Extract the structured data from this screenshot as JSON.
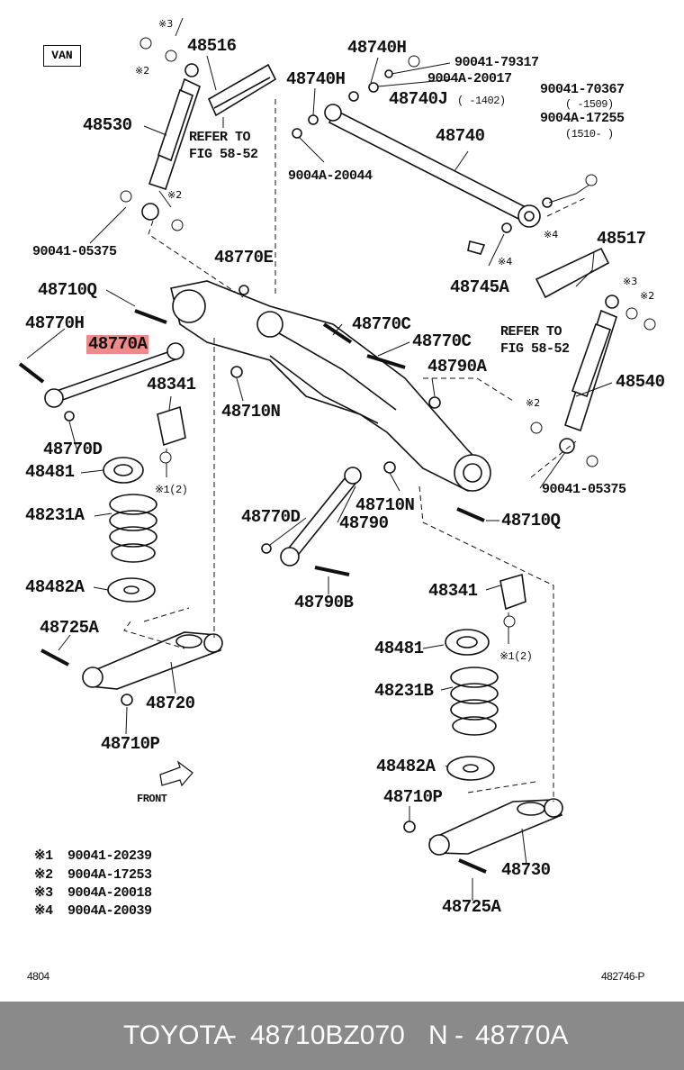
{
  "badge": "VAN",
  "labels": {
    "p48516": "48516",
    "p48530": "48530",
    "refer1a": "REFER TO",
    "refer1b": "FIG 58-52",
    "p90041_05375_l": "90041-05375",
    "p48740H_a": "48740H",
    "p48740H_b": "48740H",
    "p90041_79317": "90041-79317",
    "p9004A_20017": "9004A-20017",
    "p48740J": "48740J",
    "p48740J_range": "(    -1402)",
    "p90041_70367": "90041-70367",
    "r1509": "(    -1509)",
    "p9004A_17255": "9004A-17255",
    "r1510": "(1510-    )",
    "p48740": "48740",
    "p9004A_20044": "9004A-20044",
    "p48770E": "48770E",
    "p48745A": "48745A",
    "p48517": "48517",
    "refer2a": "REFER TO",
    "refer2b": "FIG 58-52",
    "p48710Q_a": "48710Q",
    "p48770H": "48770H",
    "p48770A": "48770A",
    "p48770C_a": "48770C",
    "p48770C_b": "48770C",
    "p48790A": "48790A",
    "p48540": "48540",
    "p48341_a": "48341",
    "p48710N_a": "48710N",
    "p48770D_a": "48770D",
    "p48481_a": "48481",
    "note1_a": "※1(2)",
    "p90041_05375_r": "90041-05375",
    "p48231A": "48231A",
    "p48710N_b": "48710N",
    "p48770D_b": "48770D",
    "p48790": "48790",
    "p48710Q_b": "48710Q",
    "p48482A_a": "48482A",
    "p48790B": "48790B",
    "p48341_b": "48341",
    "p48725A_a": "48725A",
    "p48481_b": "48481",
    "note1_b": "※1(2)",
    "p48720": "48720",
    "p48231B": "48231B",
    "p48710P_a": "48710P",
    "p48482A_b": "48482A",
    "front": "FRONT",
    "p48710P_b": "48710P",
    "p48730": "48730",
    "p48725A_b": "48725A",
    "k1": "※1",
    "v1": "90041-20239",
    "k2": "※2",
    "v2": "9004A-17253",
    "k3": "※3",
    "v3": "9004A-20018",
    "k4": "※4",
    "v4": "9004A-20039",
    "m_x3_a": "※3",
    "m_x2_a": "※2",
    "m_x2_b": "※2",
    "m_x4_a": "※4",
    "m_x4_b": "※4",
    "m_x3_b": "※3",
    "m_x2_c": "※2",
    "m_x2_d": "※2",
    "page_left": "4804",
    "page_right": "482746-P"
  },
  "footer": {
    "brand": "TOYOTA",
    "sep": "-",
    "part": "48710BZ070",
    "n": "N",
    "sep2": "-",
    "ref": "48770A"
  },
  "colors": {
    "highlight": "#f08a8a",
    "footer_bg": "#8a8a8a"
  }
}
